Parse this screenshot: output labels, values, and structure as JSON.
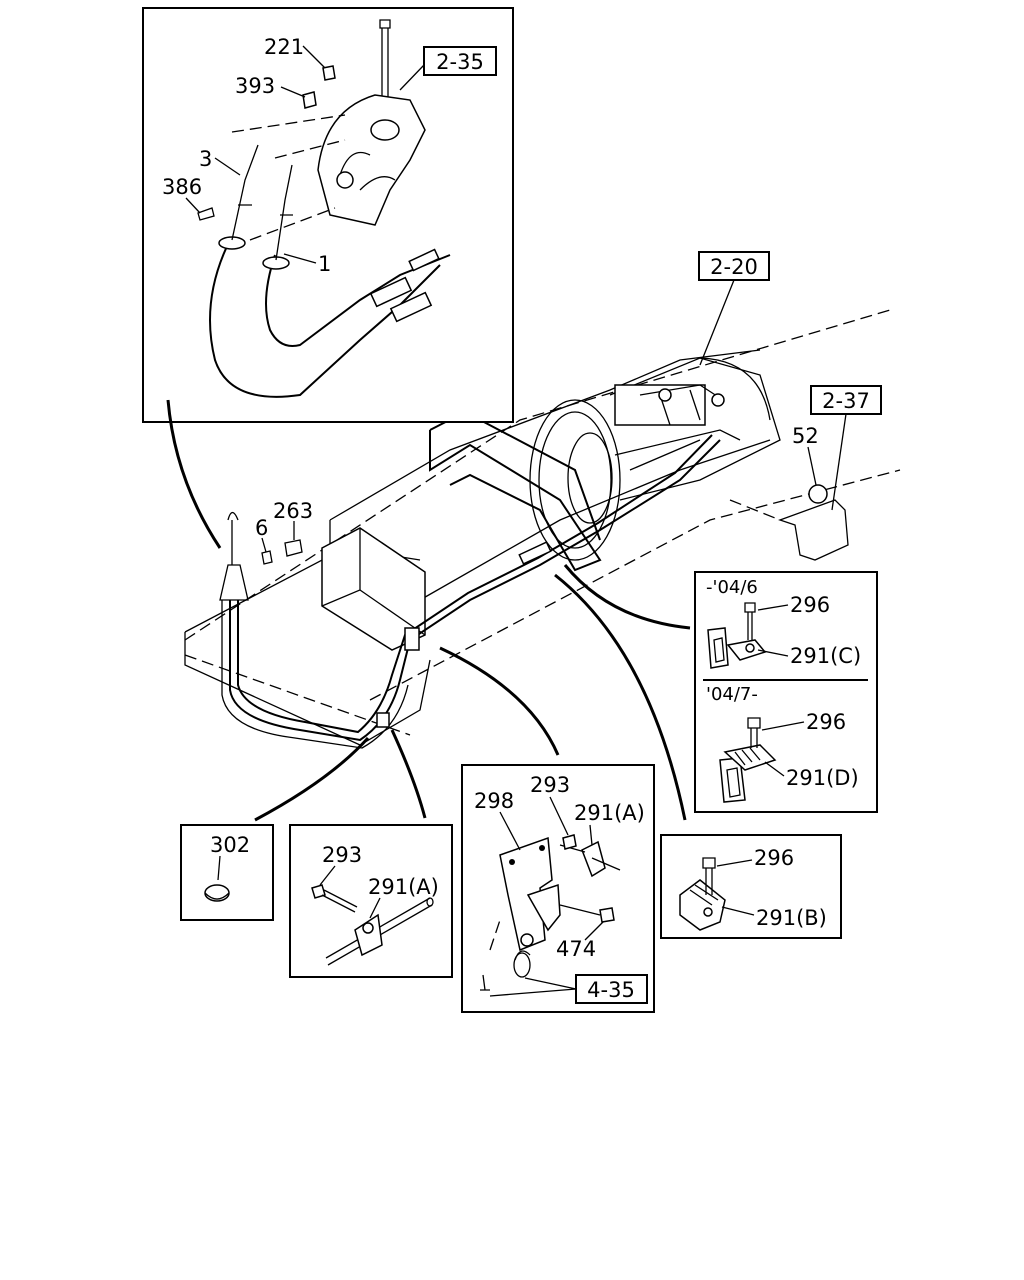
{
  "refs": {
    "r2_35": "2-35",
    "r2_20": "2-20",
    "r2_37": "2-37",
    "r4_35": "4-35"
  },
  "parts": {
    "p221": "221",
    "p393": "393",
    "p3": "3",
    "p386": "386",
    "p1": "1",
    "p263": "263",
    "p6": "6",
    "p52": "52",
    "p302": "302",
    "p293a": "293",
    "p291a_left": "291(A)",
    "p298": "298",
    "p293b": "293",
    "p291a_mid": "291(A)",
    "p474": "474",
    "p296_b": "296",
    "p291b": "291(B)",
    "p296_c": "296",
    "p291c": "291(C)",
    "p296_d": "296",
    "p291d": "291(D)"
  },
  "dates": {
    "early": "-'04/6",
    "late": "'04/7-"
  }
}
